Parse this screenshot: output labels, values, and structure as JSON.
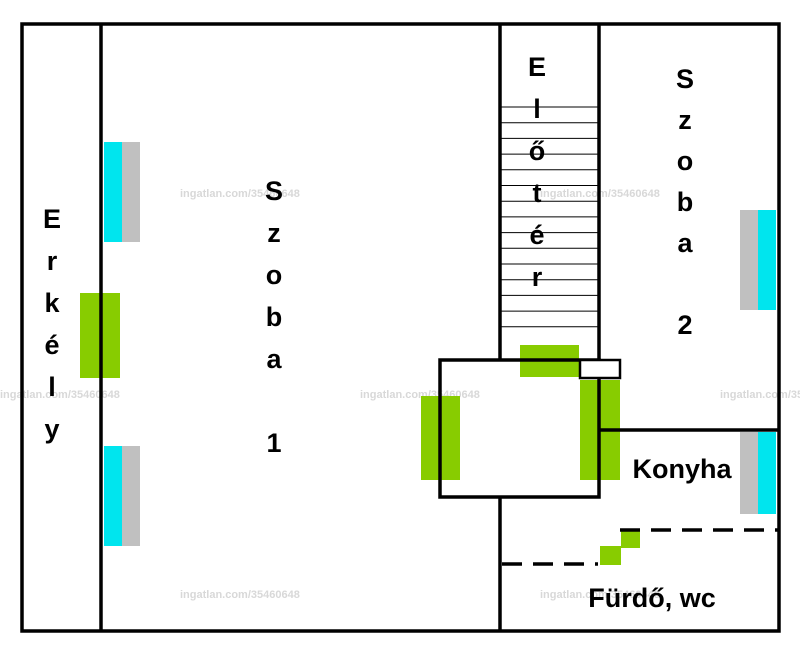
{
  "colors": {
    "wall": "#000000",
    "window_glass": "#00e5ee",
    "window_frame": "#c0c0c0",
    "door": "#88cc00",
    "background": "#ffffff",
    "watermark": "#d8d8d8"
  },
  "rooms": {
    "erkely": "Erkély",
    "szoba1": "Szoba 1",
    "eloter": "Előtér",
    "szoba2": "Szoba 2",
    "konyha": "Konyha",
    "furdo": "Fürdő, wc"
  },
  "watermark": "ingatlan.com/35460648"
}
